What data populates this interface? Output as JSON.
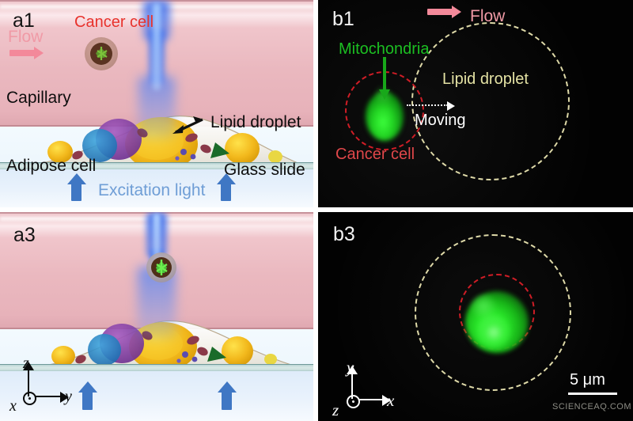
{
  "figure": {
    "watermark": "SCIENCEAQ.COM",
    "colors": {
      "cancer_red": "#e8322c",
      "flow_pink": "#f09aa6",
      "excitation_blue": "#6f9ed6",
      "mitochondria_green": "#18a81a",
      "lipid_yellow": "#e4e2a4",
      "capillary_pink": "#eab8bf",
      "laser_blue": "#3f77c4"
    }
  },
  "panels": {
    "a1": {
      "label": "a1",
      "flow_label": "Flow",
      "cancer_cell_label": "Cancer cell",
      "capillary_label": "Capillary",
      "adipose_label": "Adipose  cell",
      "lipid_label": "Lipid droplet",
      "glass_label": "Glass slide",
      "excitation_label": "Excitation light"
    },
    "b1": {
      "label": "b1",
      "flow_label": "Flow",
      "mitochondria_label": "Mitochondria",
      "lipid_label": "Lipid droplet",
      "moving_label": "Moving",
      "cancer_cell_label": "Cancer cell"
    },
    "a3": {
      "label": "a3",
      "axis": {
        "up": "z",
        "right": "y",
        "out": "x"
      }
    },
    "b3": {
      "label": "b3",
      "axis": {
        "up": "y",
        "right": "x",
        "out": "z"
      },
      "scale_bar_label": "5 μm"
    }
  }
}
